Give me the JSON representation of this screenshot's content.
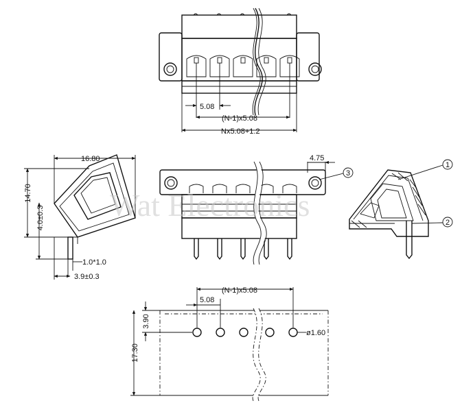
{
  "watermark": "Wat Electronics",
  "top_view": {
    "pitch_label": "5.08",
    "span_label": "(N-1)x5.08",
    "total_label": "Nx5.08+1.2"
  },
  "side_view": {
    "width_label": "16.80",
    "height_label": "14.70",
    "pin_height_label": "4.0±0.3",
    "pin_size_label": "1.0*1.0",
    "pin_offset_label": "3.9±0.3"
  },
  "front_view": {
    "flange_label": "4.75",
    "callout_3": "3"
  },
  "section_view": {
    "callout_1": "1",
    "callout_2": "2"
  },
  "pcb_view": {
    "span_label": "(N-1)x5.08",
    "pitch_label": "5.08",
    "offset_label": "3.90",
    "depth_label": "17.30",
    "hole_label": "ø1.60"
  }
}
